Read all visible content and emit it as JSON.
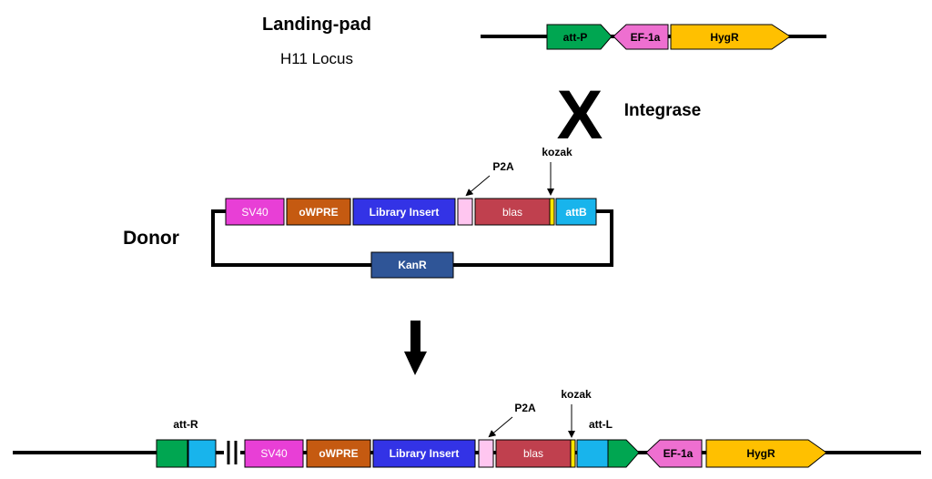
{
  "landing_pad": {
    "title": "Landing-pad",
    "subtitle": "H11 Locus",
    "elements": {
      "attP": "att-P",
      "ef1a": "EF-1a",
      "hygr": "HygR"
    }
  },
  "integrase": {
    "symbol": "X",
    "label": "Integrase"
  },
  "donor": {
    "label": "Donor",
    "elements": {
      "sv40": "SV40",
      "owpre": "oWPRE",
      "library_insert": "Library Insert",
      "blas": "blas",
      "attB": "attB",
      "kanr": "KanR"
    },
    "callouts": {
      "p2a": "P2A",
      "kozak": "kozak"
    }
  },
  "product": {
    "labels": {
      "attR": "att-R",
      "attL": "att-L",
      "p2a": "P2A",
      "kozak": "kozak"
    },
    "elements": {
      "sv40": "SV40",
      "owpre": "oWPRE",
      "library_insert": "Library Insert",
      "blas": "blas",
      "ef1a": "EF-1a",
      "hygr": "HygR"
    }
  },
  "colors": {
    "green": "#00a651",
    "magenta": "#e83fd6",
    "pink": "#ee6fd0",
    "orange_yellow": "#ffc000",
    "brown": "#c55a11",
    "blue": "#3333e6",
    "light_pink": "#ffc6f0",
    "red": "#c0404e",
    "yellow": "#ffe600",
    "cyan": "#18b4ec",
    "navy": "#2f5597"
  }
}
